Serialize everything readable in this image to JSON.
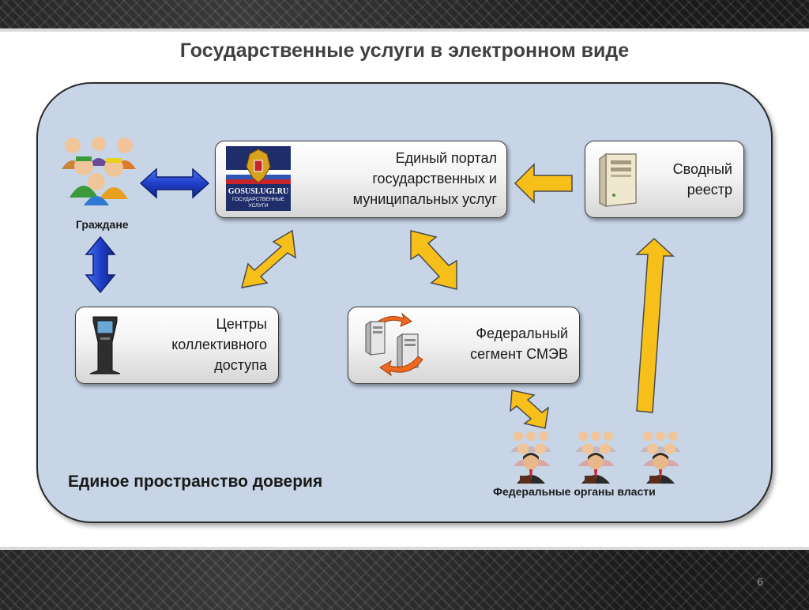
{
  "title": "Государственные услуги в электронном виде",
  "page_number": "6",
  "trust_space_label": "Единое пространство доверия",
  "citizens_label": "Граждане",
  "federal_authorities_label": "Федеральные органы власти",
  "portal": {
    "label_lines": [
      "Единый портал",
      "государственных и",
      "муниципальных услуг"
    ],
    "logo_text": "GOSUSLUGI.RU",
    "logo_subtext_lines": [
      "ГОСУДАРСТВЕННЫЕ",
      "УСЛУГИ"
    ]
  },
  "registry": {
    "label_lines": [
      "Сводный",
      "реестр"
    ]
  },
  "centers": {
    "label_lines": [
      "Центры",
      "коллективного",
      "доступа"
    ]
  },
  "federal_segment": {
    "label_lines": [
      "Федеральный",
      "сегмент СМЭВ"
    ]
  },
  "icons": {
    "citizens": "people-group-icon",
    "portal_logo": "coat-of-arms-logo",
    "registry": "server-icon",
    "kiosk": "kiosk-terminal-icon",
    "smev": "server-sync-icon",
    "authorities": "officials-group-icon"
  },
  "colors": {
    "trust_area": "#c7d5e7",
    "blue_arrow": "#1f3fc9",
    "yellow_arrow": "#f7bf1a",
    "sync_arrow": "#ef6a1f"
  },
  "edges": [
    {
      "from": "citizens",
      "to": "portal",
      "color": "blue",
      "direction": "both"
    },
    {
      "from": "citizens",
      "to": "centers",
      "color": "blue",
      "direction": "both"
    },
    {
      "from": "registry",
      "to": "portal",
      "color": "yellow",
      "direction": "one-way"
    },
    {
      "from": "portal",
      "to": "centers",
      "color": "yellow",
      "direction": "both"
    },
    {
      "from": "portal",
      "to": "federal_segment",
      "color": "yellow",
      "direction": "both"
    },
    {
      "from": "federal_segment",
      "to": "federal_authorities",
      "color": "yellow",
      "direction": "both"
    },
    {
      "from": "federal_authorities",
      "to": "registry",
      "color": "yellow",
      "direction": "one-way"
    }
  ]
}
